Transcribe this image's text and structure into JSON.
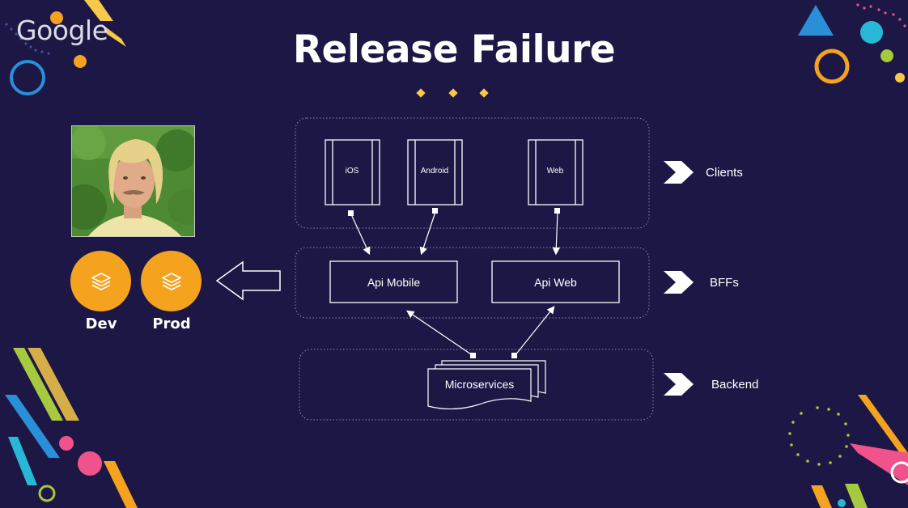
{
  "brand": {
    "logo_text": "Google"
  },
  "slide": {
    "title": "Release Failure"
  },
  "environments": [
    {
      "label": "Dev",
      "icon": "layers-icon"
    },
    {
      "label": "Prod",
      "icon": "layers-icon"
    }
  ],
  "diagram": {
    "clients": [
      "iOS",
      "Android",
      "Web"
    ],
    "bffs": [
      "Api Mobile",
      "Api Web"
    ],
    "backend": "Microservices",
    "row_labels": [
      "Clients",
      "BFFs",
      "Backend"
    ]
  },
  "colors": {
    "background": "#1d1745",
    "accent_orange": "#f5a31f",
    "accent_yellow": "#f7c948",
    "accent_blue": "#2a8fd9",
    "accent_pink": "#f0528c",
    "accent_lime": "#a6c93d",
    "accent_teal": "#27b8d6"
  }
}
